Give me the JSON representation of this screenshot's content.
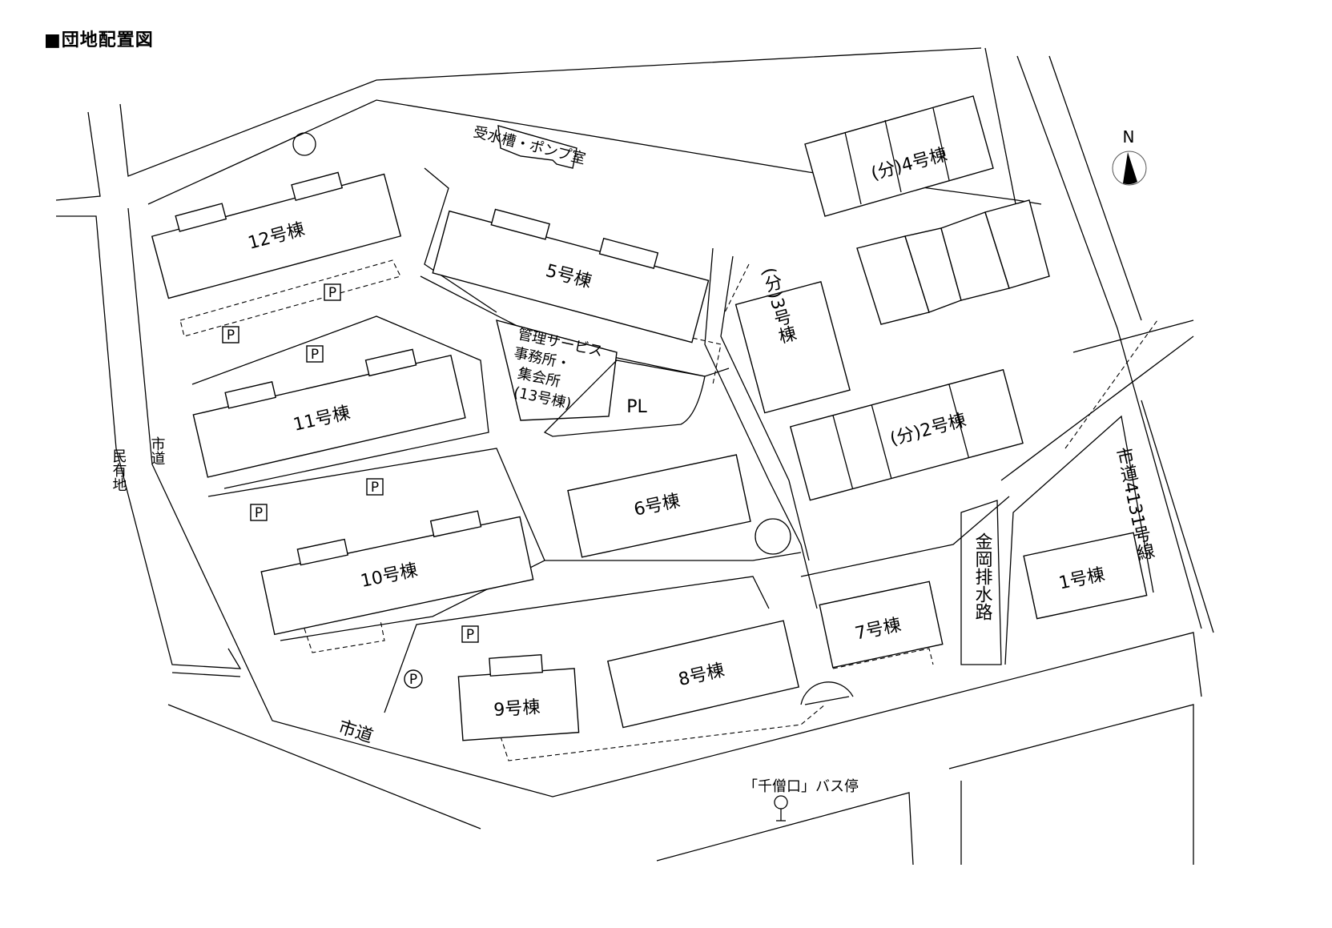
{
  "title": "■団地配置図",
  "north": "N",
  "buildings": {
    "b12": "12号棟",
    "b5": "5号棟",
    "b11": "11号棟",
    "b10": "10号棟",
    "b6": "6号棟",
    "b9": "9号棟",
    "b8": "8号棟",
    "b7": "7号棟",
    "b1": "1号棟",
    "b2": "(分)2号棟",
    "b3": "(分)3号棟",
    "b4": "(分)4号棟"
  },
  "facilities": {
    "office_line1": "管理サービス",
    "office_line2": "事務所・",
    "office_line3": "集会所",
    "office_line4": "(13号棟)",
    "playground": "PL",
    "pump": "受水槽・ポンプ室",
    "bus_stop": "「千僧口」バス停"
  },
  "roads": {
    "left_city_road": "市道",
    "private_land": "民有地",
    "bottom_city_road": "市道",
    "right_city_road": "市道4131号線",
    "drain": "金岡排水路"
  },
  "parking_label": "P"
}
